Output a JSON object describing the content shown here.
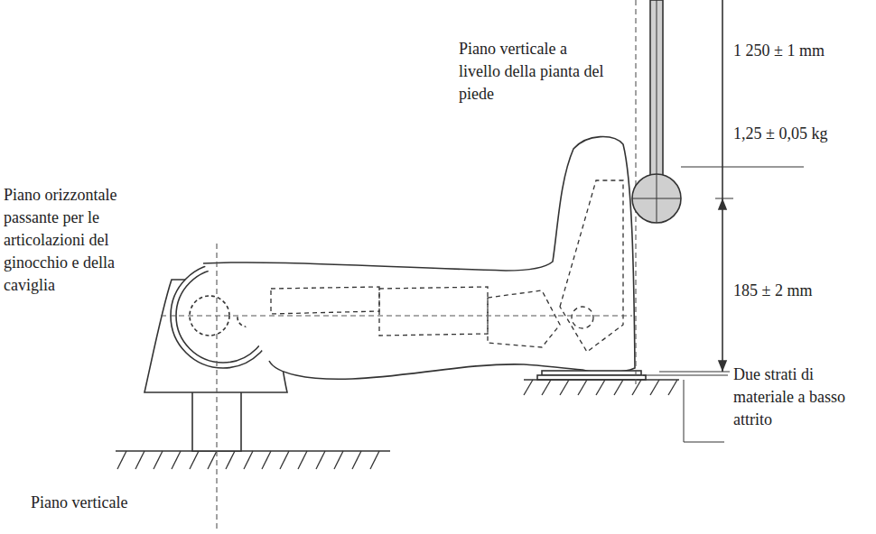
{
  "diagram": {
    "labels": [
      "Piano verticale a livello della pianta del piede",
      "1 250 ± 1 mm",
      "1,25 ± 0,05 kg",
      "Piano orizzontale passante per le articolazioni del ginocchio e della caviglia",
      "185 ± 2 mm",
      "Due strati di materiale a basso attrito",
      "Piano verticale"
    ]
  }
}
